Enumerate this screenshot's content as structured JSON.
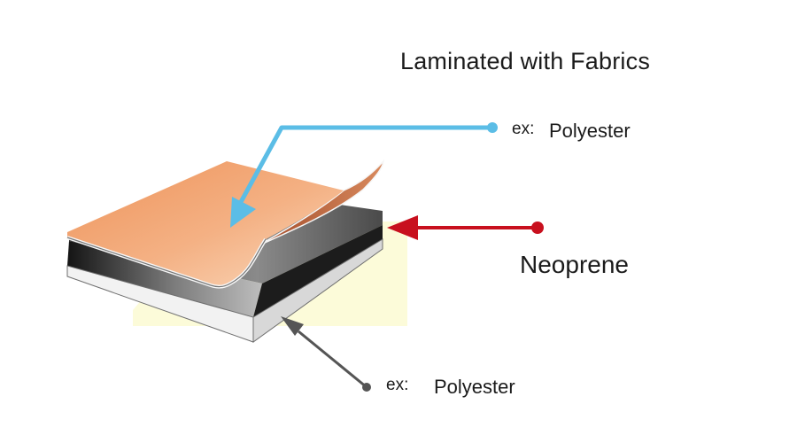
{
  "title": "Laminated with Fabrics",
  "labels": {
    "top_fabric": {
      "prefix": "ex:",
      "material": "Polyester"
    },
    "core": "Neoprene",
    "bottom_fabric": {
      "prefix": "ex:",
      "material": "Polyester"
    }
  },
  "colors": {
    "top_pointer": "#5bbde6",
    "core_pointer": "#c8101e",
    "bottom_pointer": "#555555",
    "fabric_top": "#f0a06a",
    "neoprene": "#555555",
    "backdrop": "#fcfbd9"
  },
  "icons": {
    "top_pointer": "arrow-icon",
    "core_pointer": "arrow-icon",
    "bottom_pointer": "arrow-icon"
  }
}
